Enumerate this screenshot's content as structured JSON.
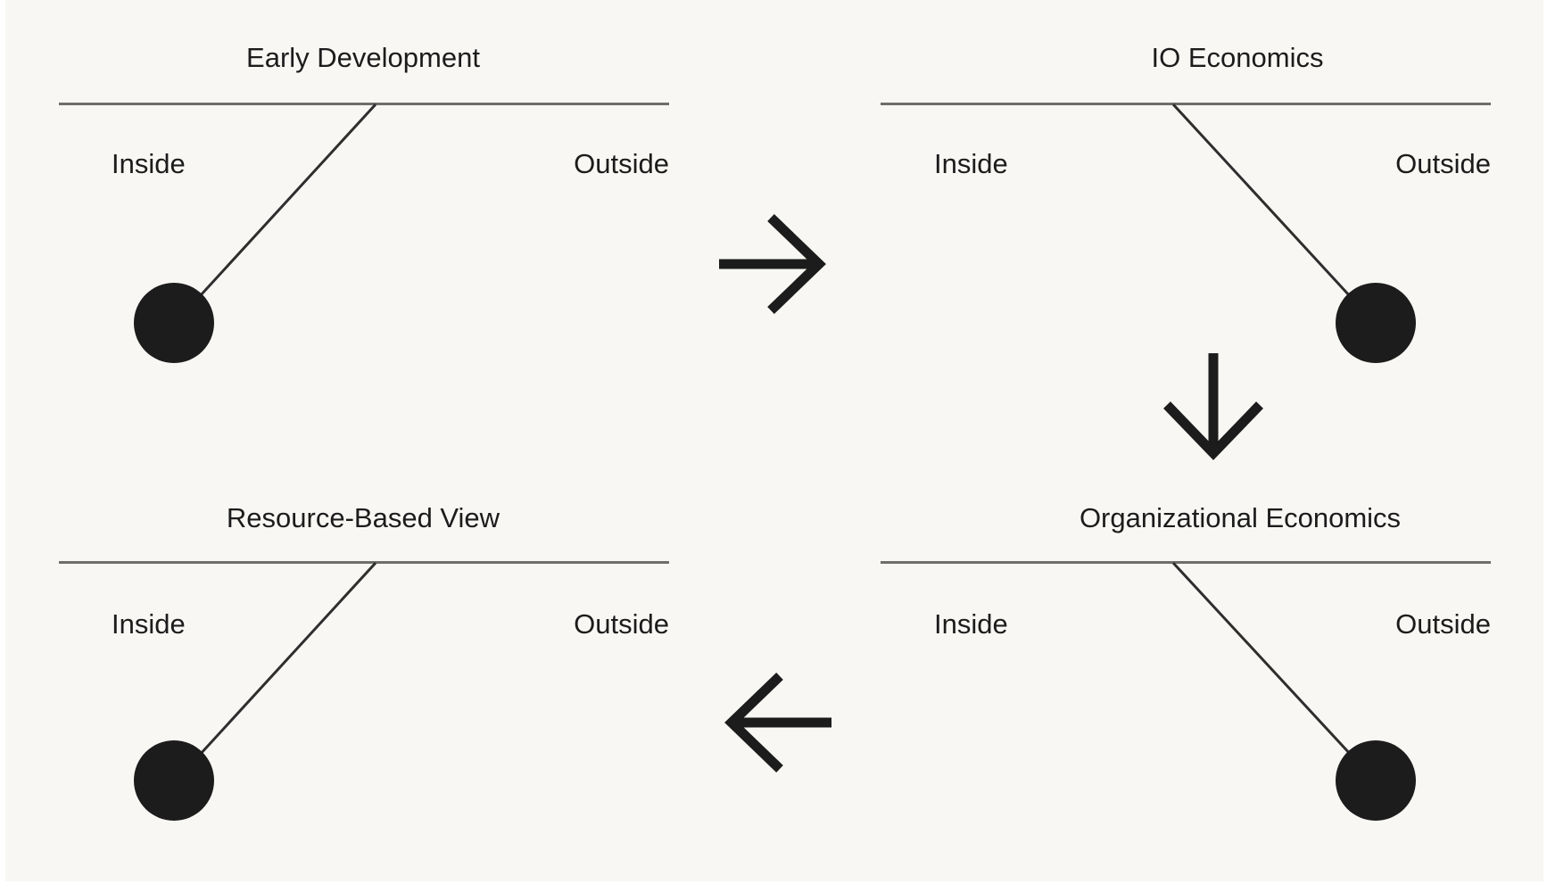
{
  "diagram": {
    "stages": [
      {
        "title": "Early Development",
        "inside_label": "Inside",
        "outside_label": "Outside",
        "ball_side": "inside"
      },
      {
        "title": "IO Economics",
        "inside_label": "Inside",
        "outside_label": "Outside",
        "ball_side": "outside"
      },
      {
        "title": "Organizational Economics",
        "inside_label": "Inside",
        "outside_label": "Outside",
        "ball_side": "outside"
      },
      {
        "title": "Resource-Based View",
        "inside_label": "Inside",
        "outside_label": "Outside",
        "ball_side": "inside"
      }
    ],
    "flow_arrows": [
      {
        "from": "Early Development",
        "to": "IO Economics",
        "direction": "right"
      },
      {
        "from": "IO Economics",
        "to": "Organizational Economics",
        "direction": "down"
      },
      {
        "from": "Organizational Economics",
        "to": "Resource-Based View",
        "direction": "left"
      }
    ],
    "colors": {
      "background": "#f8f7f4",
      "ink": "#1c1c1c",
      "bar": "#6e6e6a"
    }
  }
}
